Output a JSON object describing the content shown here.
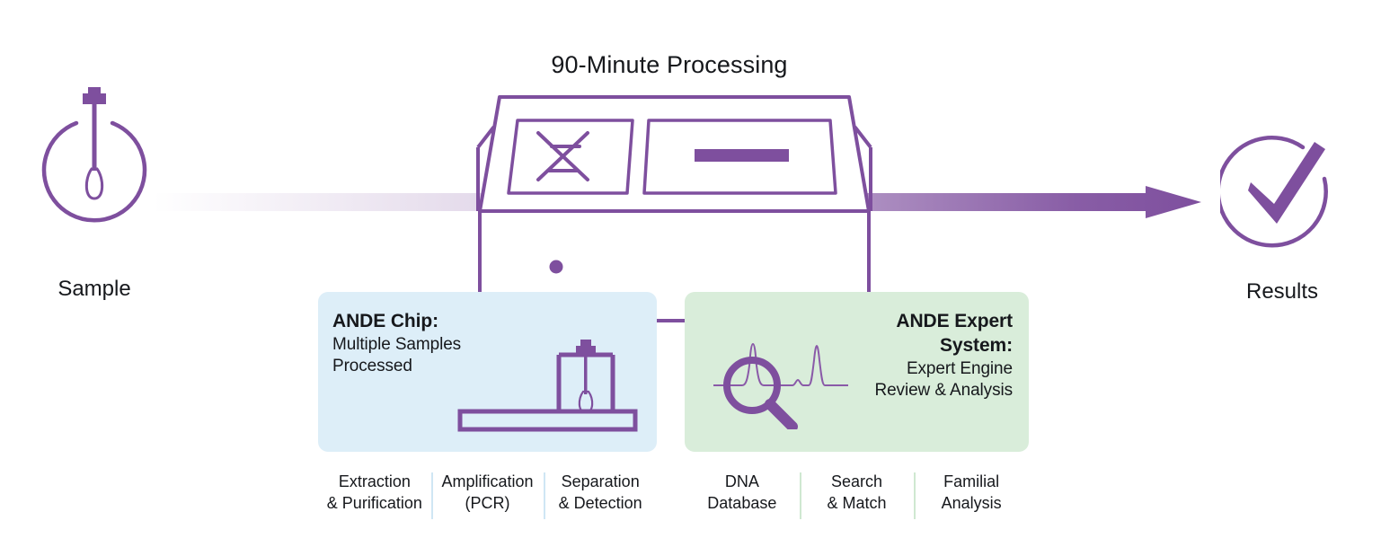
{
  "diagram": {
    "title": "90-Minute Processing",
    "accent_purple": "#7e4f9e",
    "panel_blue_bg": "#ddeef8",
    "panel_green_bg": "#d9edda",
    "divider_blue": "#cfe6f4",
    "divider_green": "#cfe8d1",
    "text_color": "#16181c"
  },
  "start_node": {
    "caption": "Sample",
    "icon": "swab-in-circle-icon"
  },
  "end_node": {
    "caption": "Results",
    "icon": "checkmark-in-circle-icon"
  },
  "machine": {
    "name": "ande-rapid-dna-instrument",
    "left_panel_icon": "dna-helix-icon",
    "right_panel_icon": "display-screen-icon",
    "indicator_icon": "status-dot-icon"
  },
  "flow_arrow": {
    "name": "process-flow-arrow",
    "direction": "left-to-right"
  },
  "panels": [
    {
      "id": "chip",
      "title": "ANDE Chip:",
      "subtitle_lines": [
        "Multiple Samples",
        "Processed"
      ],
      "art_icon": "swab-in-chip-icon",
      "align": "left",
      "background": "#ddeef8",
      "steps": [
        {
          "lines": [
            "Extraction",
            "& Purification"
          ]
        },
        {
          "lines": [
            "Amplification",
            "(PCR)"
          ]
        },
        {
          "lines": [
            "Separation",
            "& Detection"
          ]
        }
      ]
    },
    {
      "id": "expert",
      "title_lines": [
        "ANDE Expert",
        "System:"
      ],
      "subtitle_lines": [
        "Expert Engine",
        "Review & Analysis"
      ],
      "art_icon": "magnifier-over-electropherogram-icon",
      "align": "right",
      "background": "#d9edda",
      "steps": [
        {
          "lines": [
            "DNA",
            "Database"
          ]
        },
        {
          "lines": [
            "Search",
            "& Match"
          ]
        },
        {
          "lines": [
            "Familial",
            "Analysis"
          ]
        }
      ]
    }
  ]
}
